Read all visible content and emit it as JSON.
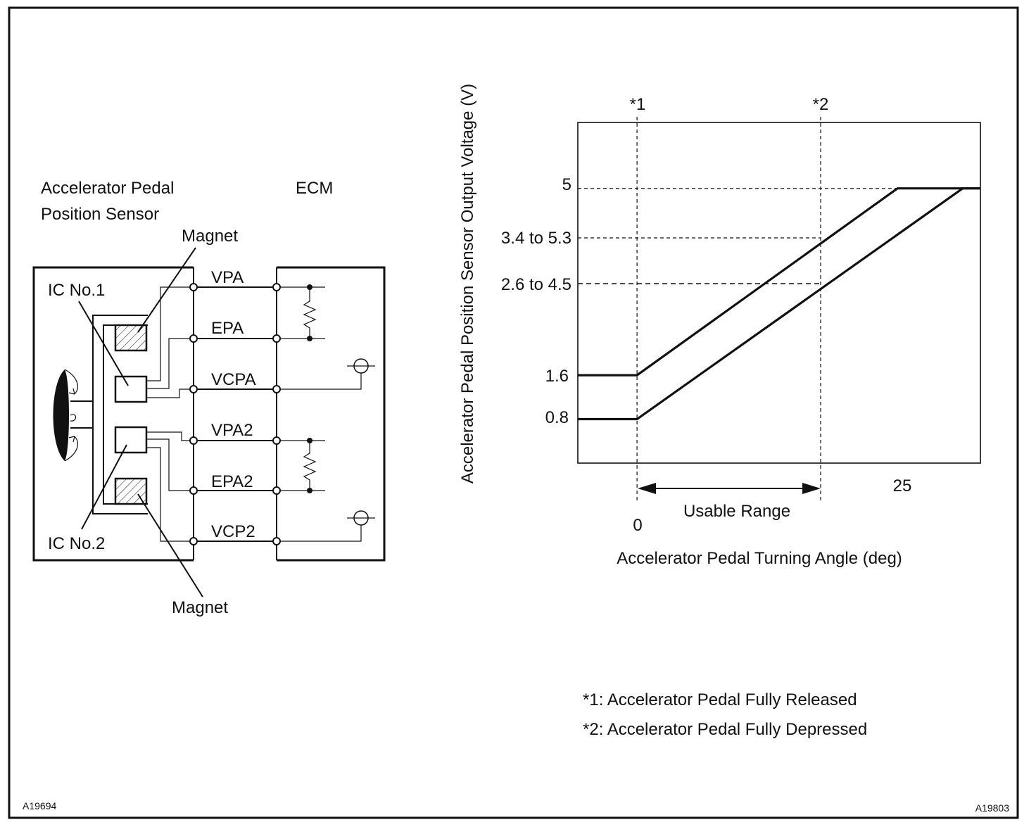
{
  "figure_ids": {
    "left": "A19694",
    "right": "A19803"
  },
  "circuit": {
    "sensor_title_line1": "Accelerator Pedal",
    "sensor_title_line2": "Position Sensor",
    "ecm_title": "ECM",
    "magnet_top": "Magnet",
    "magnet_bottom": "Magnet",
    "ic1": "IC No.1",
    "ic2": "IC No.2",
    "signals": [
      "VPA",
      "EPA",
      "VCPA",
      "VPA2",
      "EPA2",
      "VCP2"
    ]
  },
  "chart_data": {
    "type": "line",
    "ylabel": "Accelerator Pedal Position Sensor Output Voltage (V)",
    "xlabel": "Accelerator Pedal Turning Angle (deg)",
    "y_tick_labels": [
      "5",
      "3.4 to 5.3",
      "2.6 to 4.5",
      "1.6",
      "0.8"
    ],
    "x_tick_labels": [
      "0",
      "25"
    ],
    "markers": [
      "*1",
      "*2"
    ],
    "range_label": "Usable Range",
    "footnotes": [
      "*1:  Accelerator Pedal Fully Released",
      "*2:  Accelerator Pedal Fully Depressed"
    ],
    "series": [
      {
        "values": [
          [
            -5,
            1.6
          ],
          [
            0,
            1.6
          ],
          [
            22,
            5.0
          ],
          [
            29,
            5.0
          ]
        ]
      },
      {
        "values": [
          [
            -5,
            0.8
          ],
          [
            0,
            0.8
          ],
          [
            27.5,
            5.0
          ],
          [
            29,
            5.0
          ]
        ]
      }
    ],
    "ylim": [
      0,
      6.2
    ],
    "xlim": [
      -5,
      29
    ]
  }
}
